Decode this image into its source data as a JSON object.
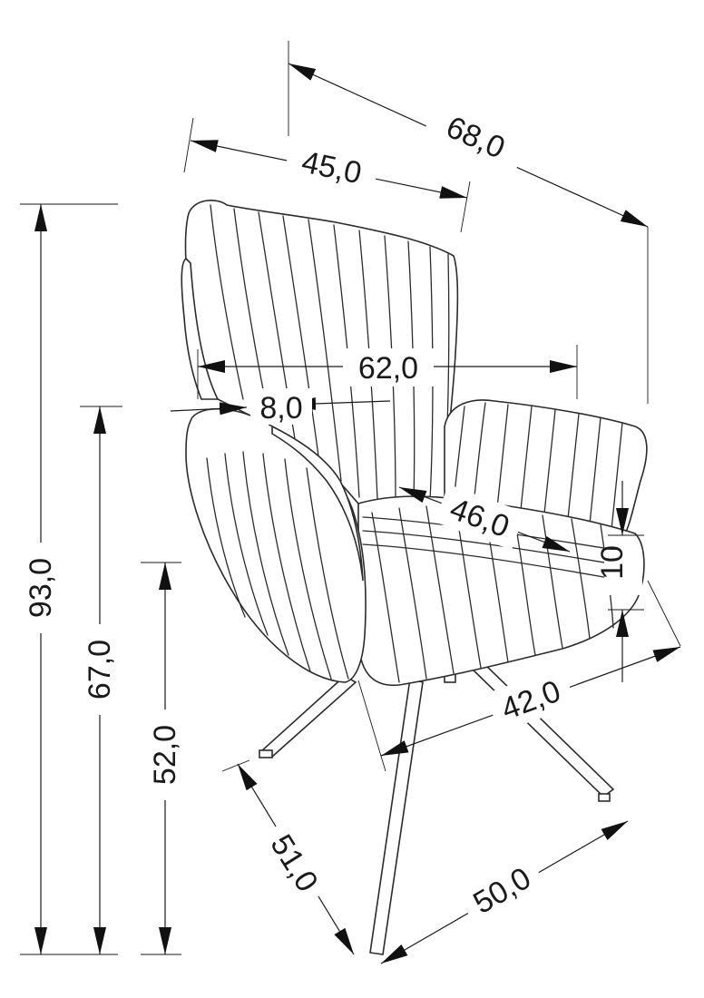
{
  "diagram": {
    "subject": "armchair",
    "dimensions": [
      {
        "id": "total-depth",
        "label": "68,0"
      },
      {
        "id": "backrest-width",
        "label": "45,0"
      },
      {
        "id": "total-width",
        "label": "62,0"
      },
      {
        "id": "armrest-width",
        "label": "8,0"
      },
      {
        "id": "seat-depth",
        "label": "46,0"
      },
      {
        "id": "seat-cushion-height",
        "label": "10"
      },
      {
        "id": "seat-width",
        "label": "42,0"
      },
      {
        "id": "total-height",
        "label": "93,0"
      },
      {
        "id": "armrest-height",
        "label": "67,0"
      },
      {
        "id": "seat-height",
        "label": "52,0"
      },
      {
        "id": "base-depth",
        "label": "51,0"
      },
      {
        "id": "base-width",
        "label": "50,0"
      }
    ],
    "colors": {
      "line": "#1a1a1a",
      "background": "#ffffff"
    }
  }
}
